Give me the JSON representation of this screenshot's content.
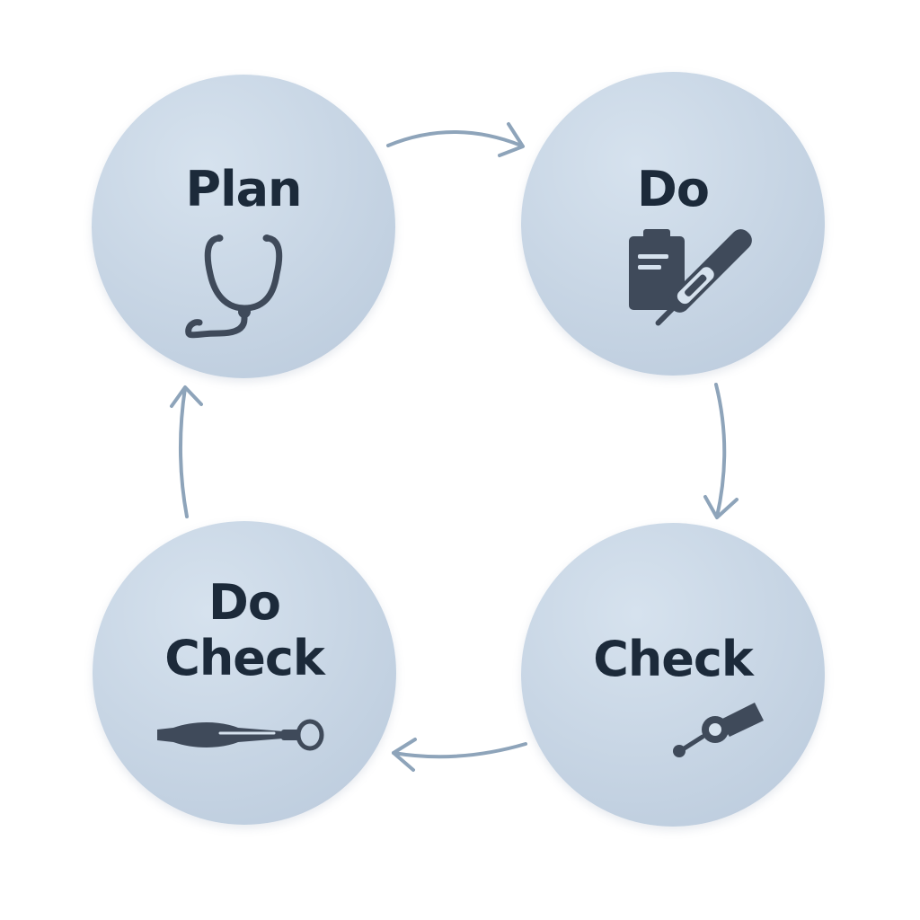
{
  "diagram": {
    "type": "cycle",
    "nodes": [
      {
        "id": "plan",
        "label_lines": [
          "Plan"
        ],
        "icon": "stethoscope-icon"
      },
      {
        "id": "do",
        "label_lines": [
          "Do"
        ],
        "icon": "clipboard-thermometer-icon"
      },
      {
        "id": "check",
        "label_lines": [
          "Check"
        ],
        "icon": "otoscope-icon"
      },
      {
        "id": "docheck",
        "label_lines": [
          "Do",
          "Check"
        ],
        "icon": "reflex-hammer-icon"
      }
    ],
    "edges": [
      {
        "from": "plan",
        "to": "do"
      },
      {
        "from": "do",
        "to": "check"
      },
      {
        "from": "check",
        "to": "docheck"
      },
      {
        "from": "docheck",
        "to": "plan"
      }
    ]
  },
  "colors": {
    "circle_fill_light": "#d6e2ee",
    "circle_fill_dark": "#b9c9db",
    "label_text": "#1c2a3a",
    "icon": "#3f4a5a",
    "arrow": "#8ea4ba"
  }
}
